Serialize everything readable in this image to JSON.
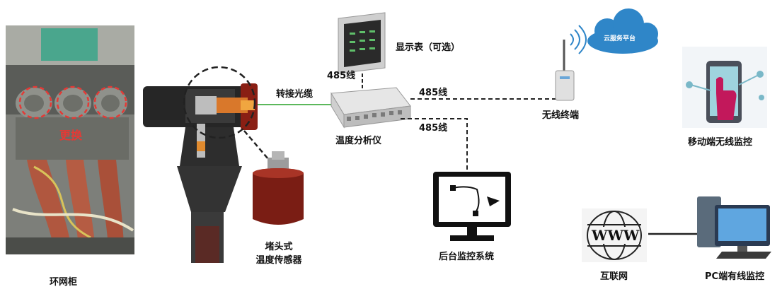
{
  "labels": {
    "cabinet": "环网柜",
    "replace": "更换",
    "sensor_line1": "堵头式",
    "sensor_line2": "温度传感器",
    "fiber": "转接光缆",
    "display": "显示表（可选）",
    "link_display": "485线",
    "link_wireless": "485线",
    "link_backend": "485线",
    "analyzer": "温度分析仪",
    "wireless_terminal": "无线终端",
    "cloud": "云服务平台",
    "mobile": "移动端无线监控",
    "backend": "后台监控系统",
    "internet_www": "WWW",
    "internet": "互联网",
    "pc": "PC端有线监控"
  },
  "colors": {
    "fiber_line": "#5cb85c",
    "cloud": "#2f86c8",
    "sensor_body": "#7a1d14",
    "hand": "#c2185b",
    "replace_text": "#e53935"
  }
}
